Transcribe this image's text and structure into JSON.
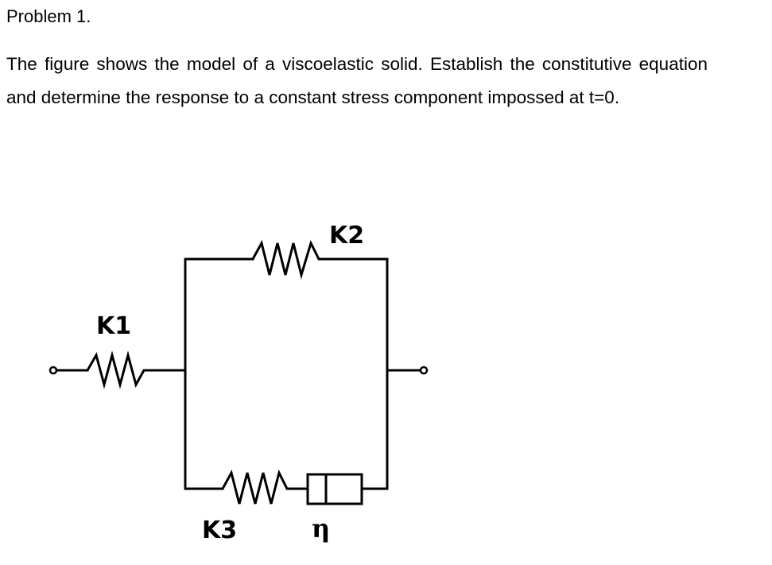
{
  "problem": {
    "title": "Problem 1.",
    "text": "The figure shows the model  of a viscoelastic solid. Establish the constitutive equation and determine the response to a constant stress component impossed at t=0."
  },
  "diagram": {
    "labels": {
      "k1": "K1",
      "k2": "K2",
      "k3": "K3",
      "eta": "η"
    }
  }
}
